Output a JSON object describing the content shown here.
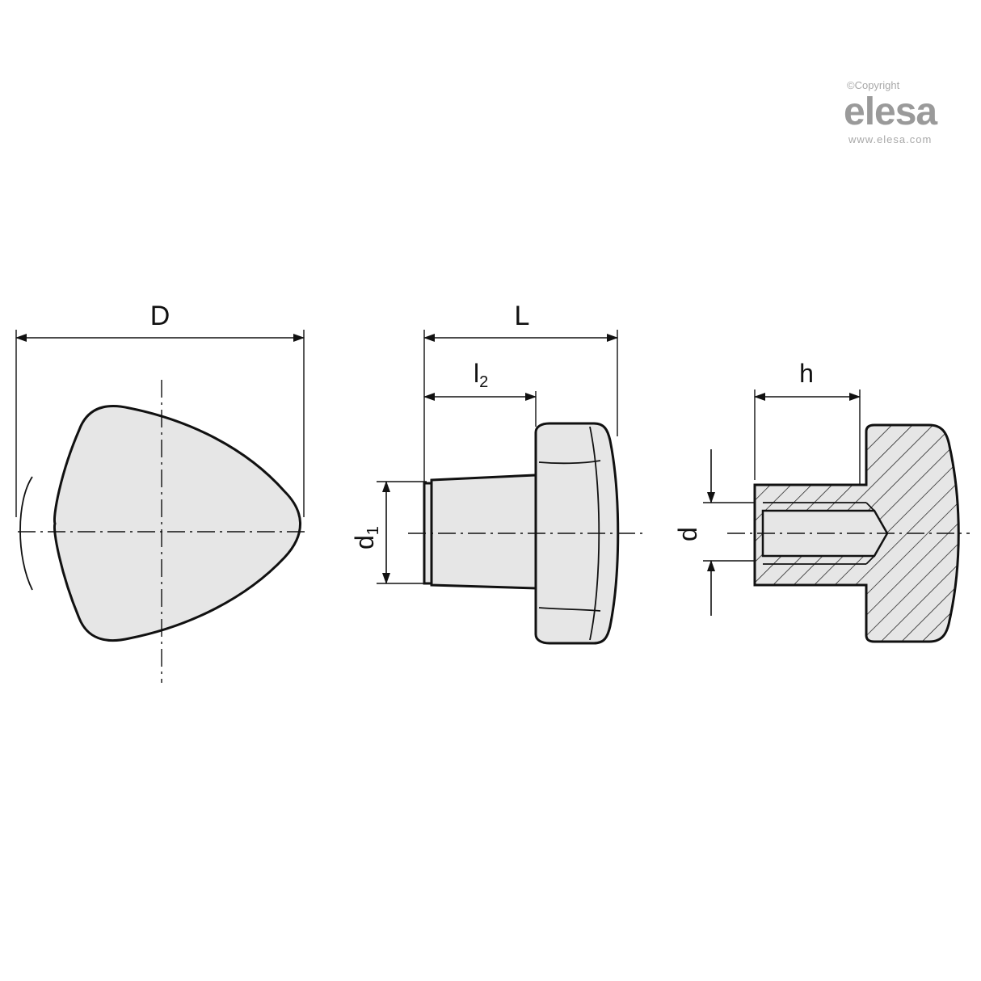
{
  "brand": {
    "copyright": "©Copyright",
    "logo": "elesa",
    "website": "www.elesa.com"
  },
  "dimensions": {
    "D": "D",
    "L": "L",
    "l2_main": "l",
    "l2_sub": "2",
    "d1_main": "d",
    "d1_sub": "1",
    "h": "h",
    "d": "d"
  },
  "colors": {
    "part_fill": "#e6e6e6",
    "outline": "#111111",
    "brand_gray": "#a8a8a8"
  }
}
